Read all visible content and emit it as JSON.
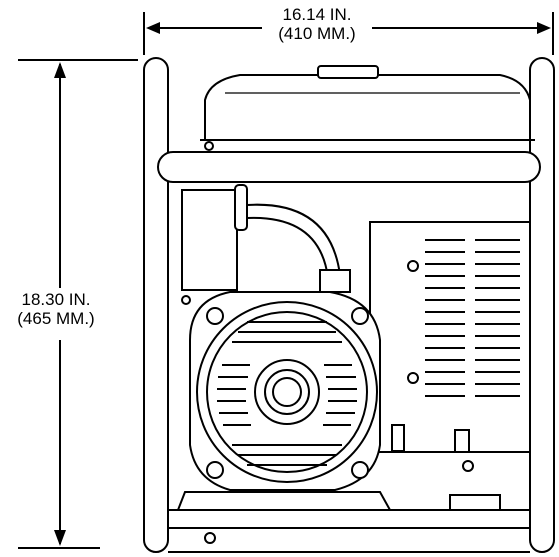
{
  "dimensions": {
    "width_in": "16.14 IN.",
    "width_mm": "(410 MM.)",
    "height_in": "18.30 IN.",
    "height_mm": "(465 MM.)"
  },
  "colors": {
    "line": "#000000",
    "background": "#ffffff"
  }
}
